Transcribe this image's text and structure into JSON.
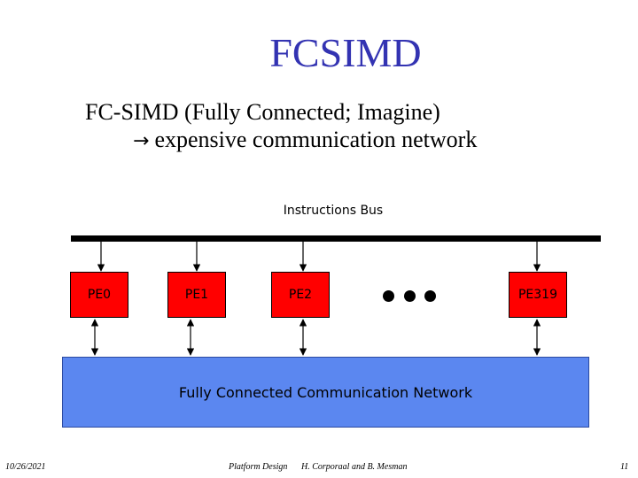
{
  "slide": {
    "title": "FCSIMD",
    "line1": "FC-SIMD (Fully Connected; Imagine)",
    "line2_arrow": "→",
    "line2_text": "expensive communication network"
  },
  "diagram": {
    "bus_label": "Instructions Bus",
    "pes": [
      "PE0",
      "PE1",
      "PE2",
      "PE319"
    ],
    "ellipsis_icon": "three-dots",
    "network_label": "Fully Connected Communication Network",
    "colors": {
      "title": "#3333b2",
      "pe_fill": "#ff0000",
      "network_fill": "#5b87f0",
      "bus": "#000000"
    }
  },
  "footer": {
    "date": "10/26/2021",
    "center": "Platform Design",
    "authors": "H. Corporaal and B. Mesman",
    "page": "11"
  }
}
